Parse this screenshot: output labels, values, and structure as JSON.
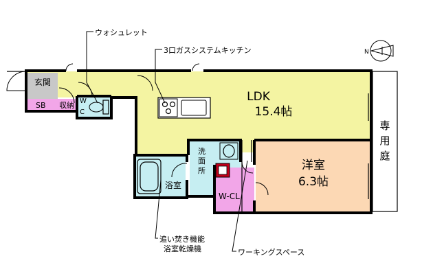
{
  "colors": {
    "ldk": "#f4f4a2",
    "western": "#fcd8b4",
    "wet": "#c6eef2",
    "pink": "#f2a6e8",
    "entrance": "#c8c8c8",
    "garden": "#ffffff"
  },
  "rooms": {
    "ldk_name": "LDK",
    "ldk_size": "15.4帖",
    "western_name": "洋室",
    "western_size": "6.3帖",
    "entrance": "玄関",
    "shoebox": "SB",
    "storage": "収納",
    "toilet_w": "W",
    "toilet_c": "C",
    "washroom_1": "洗",
    "washroom_2": "面",
    "washroom_3": "所",
    "bathroom": "浴室",
    "walkin_closet": "W-CL",
    "garden_1": "専",
    "garden_2": "用",
    "garden_3": "庭"
  },
  "callouts": {
    "washlet": "ウォシュレット",
    "kitchen": "3口ガスシステムキッチン",
    "bath_line1": "追い焚き機能",
    "bath_line2": "浴室乾燥機",
    "workspace": "ワーキングスペース"
  },
  "compass": {
    "label": "N",
    "icon": "compass-arrow-icon"
  }
}
